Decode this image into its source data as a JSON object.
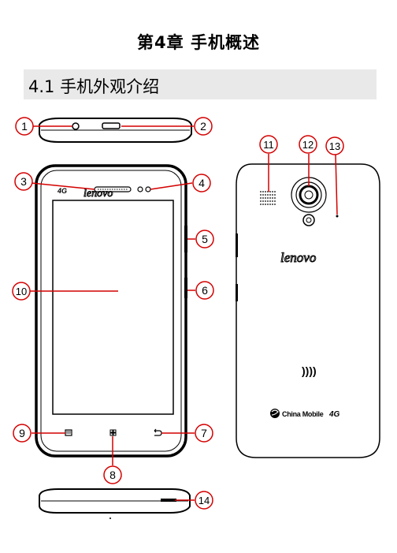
{
  "header": {
    "chapter_title": "第4章  手机概述",
    "section_title": "4.1 手机外观介绍"
  },
  "phone": {
    "brand": "lenovo",
    "network_badge": "4G",
    "carrier": "China Mobile",
    "nfc_symbol": "))))"
  },
  "callouts": [
    "1",
    "2",
    "3",
    "4",
    "5",
    "6",
    "7",
    "8",
    "9",
    "10",
    "11",
    "12",
    "13",
    "14"
  ],
  "colors": {
    "callout": "#d40000",
    "outline": "#000000"
  }
}
